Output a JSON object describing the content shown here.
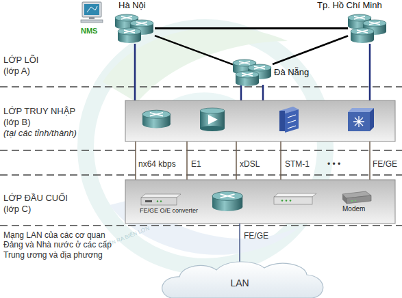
{
  "diagram": {
    "nodes": [
      {
        "text": [
          "NMS"
        ]
      },
      {
        "text": [
          "Hà Nội"
        ]
      },
      {
        "text": [
          "Tp. Hồ Chí Minh"
        ]
      },
      {
        "text": [
          "Đà Nẵng"
        ]
      },
      {
        "text": [
          "FE/GE O/E converter"
        ]
      },
      {
        "text": [
          "Modem"
        ]
      },
      {
        "text": [
          "LAN"
        ]
      }
    ],
    "edges": [
      {
        "from": 1,
        "to": 2,
        "arrow": "none"
      },
      {
        "from": 1,
        "to": 3,
        "arrow": "none"
      },
      {
        "from": 2,
        "to": 3,
        "arrow": "none"
      }
    ],
    "labels": [
      "LỚP LÕI (lớp A)",
      "LỚP TRUY NHẬP (lớp B)",
      "(tại các tỉnh/thành)",
      "nx64 kbps",
      "E1",
      "xDSL",
      "STM-1",
      "• • •",
      "FE/GE",
      "LỚP ĐẦU CUỐI (lớp C)",
      "FE/GE",
      "Mạng LAN của các cơ quan Đảng và Nhà nước ở các cấp Trung ương và địa phương",
      "TIẾN RA BIỂN LỚN"
    ]
  }
}
